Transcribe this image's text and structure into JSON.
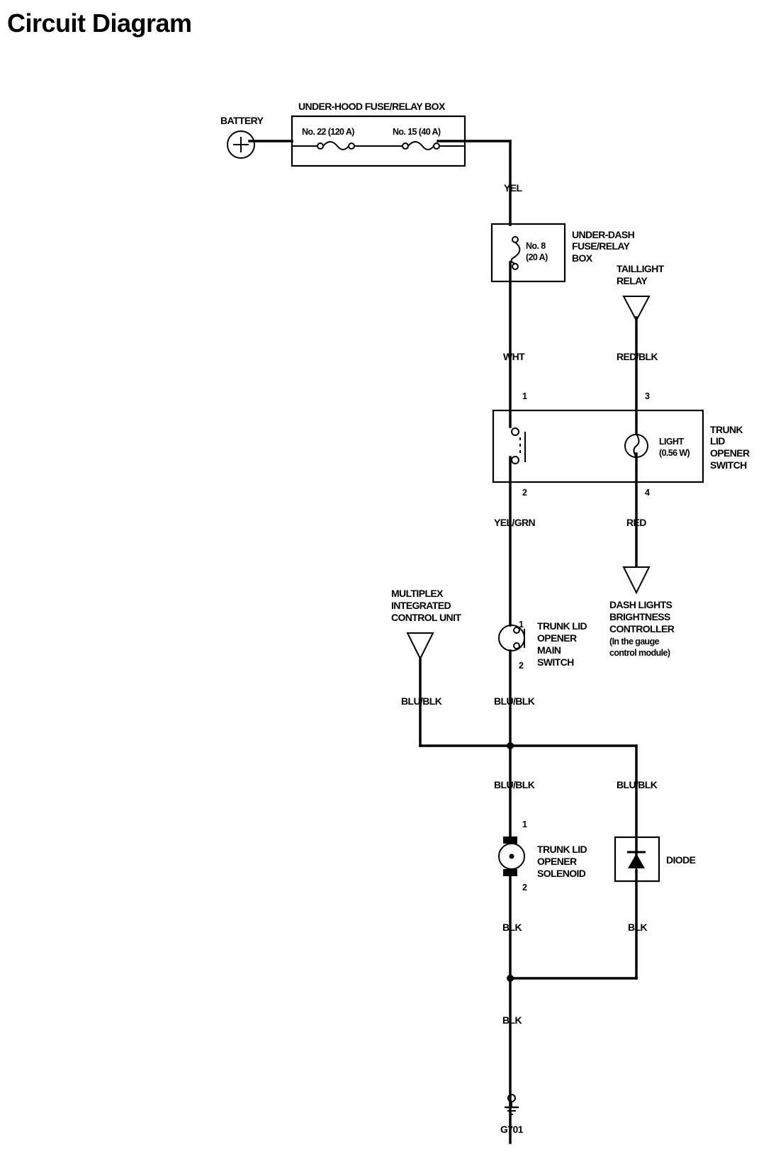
{
  "page": {
    "title": "Circuit Diagram"
  },
  "labels": {
    "battery": "BATTERY",
    "battery_symbol": "+",
    "fuse_box_title": "UNDER-HOOD FUSE/RELAY BOX",
    "fuse22": "No. 22 (120 A)",
    "fuse15": "No. 15 (40 A)",
    "wire_yel": "YEL",
    "dash_box": [
      "UNDER-DASH",
      "FUSE/RELAY",
      "BOX"
    ],
    "fuse8": [
      "No. 8",
      "(20 A)"
    ],
    "taillight": [
      "TAILLIGHT",
      "RELAY"
    ],
    "wire_wht": "WHT",
    "wire_redblk": "RED/BLK",
    "pin1": "1",
    "pin2": "2",
    "pin3": "3",
    "pin4": "4",
    "light": [
      "LIGHT",
      "(0.56 W)"
    ],
    "trunk_switch": [
      "TRUNK",
      "LID",
      "OPENER",
      "SWITCH"
    ],
    "wire_yelgrn": "YEL/GRN",
    "wire_red": "RED",
    "dash_controller": [
      "DASH LIGHTS",
      "BRIGHTNESS",
      "CONTROLLER",
      "(In the gauge",
      "control module)"
    ],
    "multiplex": [
      "MULTIPLEX",
      "INTEGRATED",
      "CONTROL UNIT"
    ],
    "main_switch": [
      "TRUNK LID",
      "OPENER",
      "MAIN",
      "SWITCH"
    ],
    "main_pin1": "1",
    "main_pin2": "2",
    "wire_blublk": "BLU/BLK",
    "solenoid": [
      "TRUNK LID",
      "OPENER",
      "SOLENOID"
    ],
    "sol_pin1": "1",
    "sol_pin2": "2",
    "diode": "DIODE",
    "wire_blk": "BLK",
    "ground": "G701"
  }
}
